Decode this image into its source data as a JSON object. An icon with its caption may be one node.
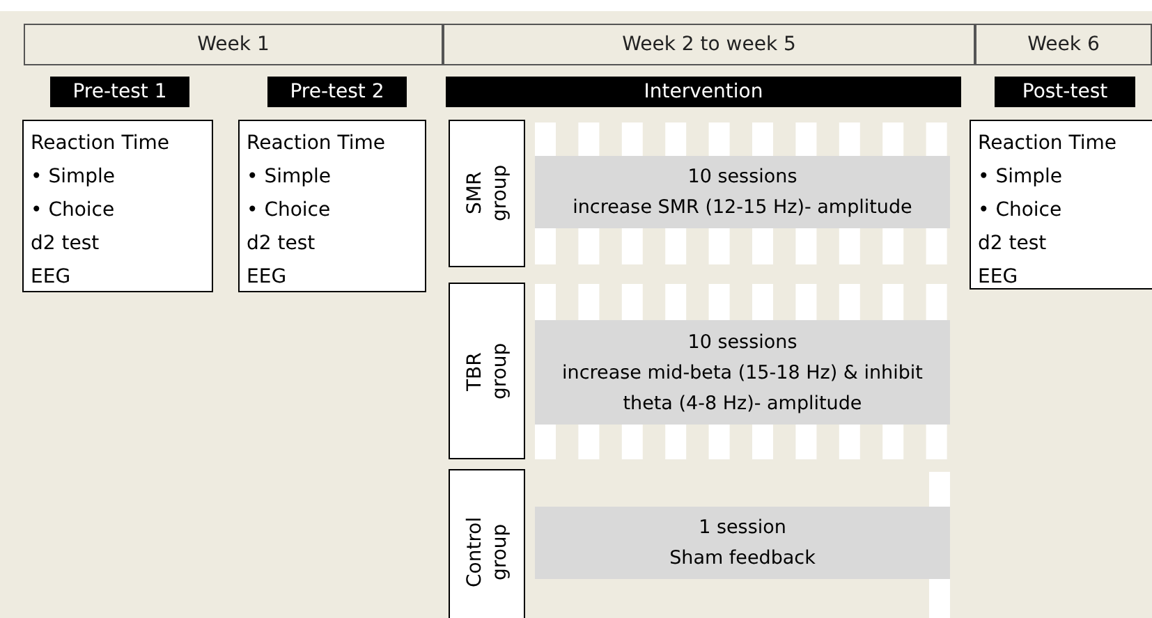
{
  "diagram": {
    "nodes": [
      {
        "text": [
          "Week 1"
        ]
      },
      {
        "text": [
          "Week 2 to week 5"
        ]
      },
      {
        "text": [
          "Week 6"
        ]
      },
      {
        "text": [
          "Pre-test 1"
        ]
      },
      {
        "text": [
          "Pre-test 2"
        ]
      },
      {
        "text": [
          "Intervention"
        ]
      },
      {
        "text": [
          "Post-test"
        ]
      },
      {
        "text": [
          "Reaction Time",
          "• Simple",
          "• Choice",
          "d2 test",
          "EEG"
        ]
      },
      {
        "text": [
          "Reaction Time",
          "• Simple",
          "• Choice",
          "d2 test",
          "EEG"
        ]
      },
      {
        "text": [
          "SMR group"
        ]
      },
      {
        "text": [
          "10 sessions",
          "increase SMR (12-15 Hz)- amplitude"
        ]
      },
      {
        "text": [
          "TBR group"
        ]
      },
      {
        "text": [
          "10 sessions",
          "increase mid-beta (15-18 Hz) & inhibit theta (4-8 Hz)- amplitude"
        ]
      },
      {
        "text": [
          "Control group"
        ]
      },
      {
        "text": [
          "1 session",
          "Sham feedback"
        ]
      },
      {
        "text": [
          "Reaction Time",
          "• Simple",
          "• Choice",
          "d2 test",
          "EEG"
        ]
      }
    ],
    "edges": []
  }
}
